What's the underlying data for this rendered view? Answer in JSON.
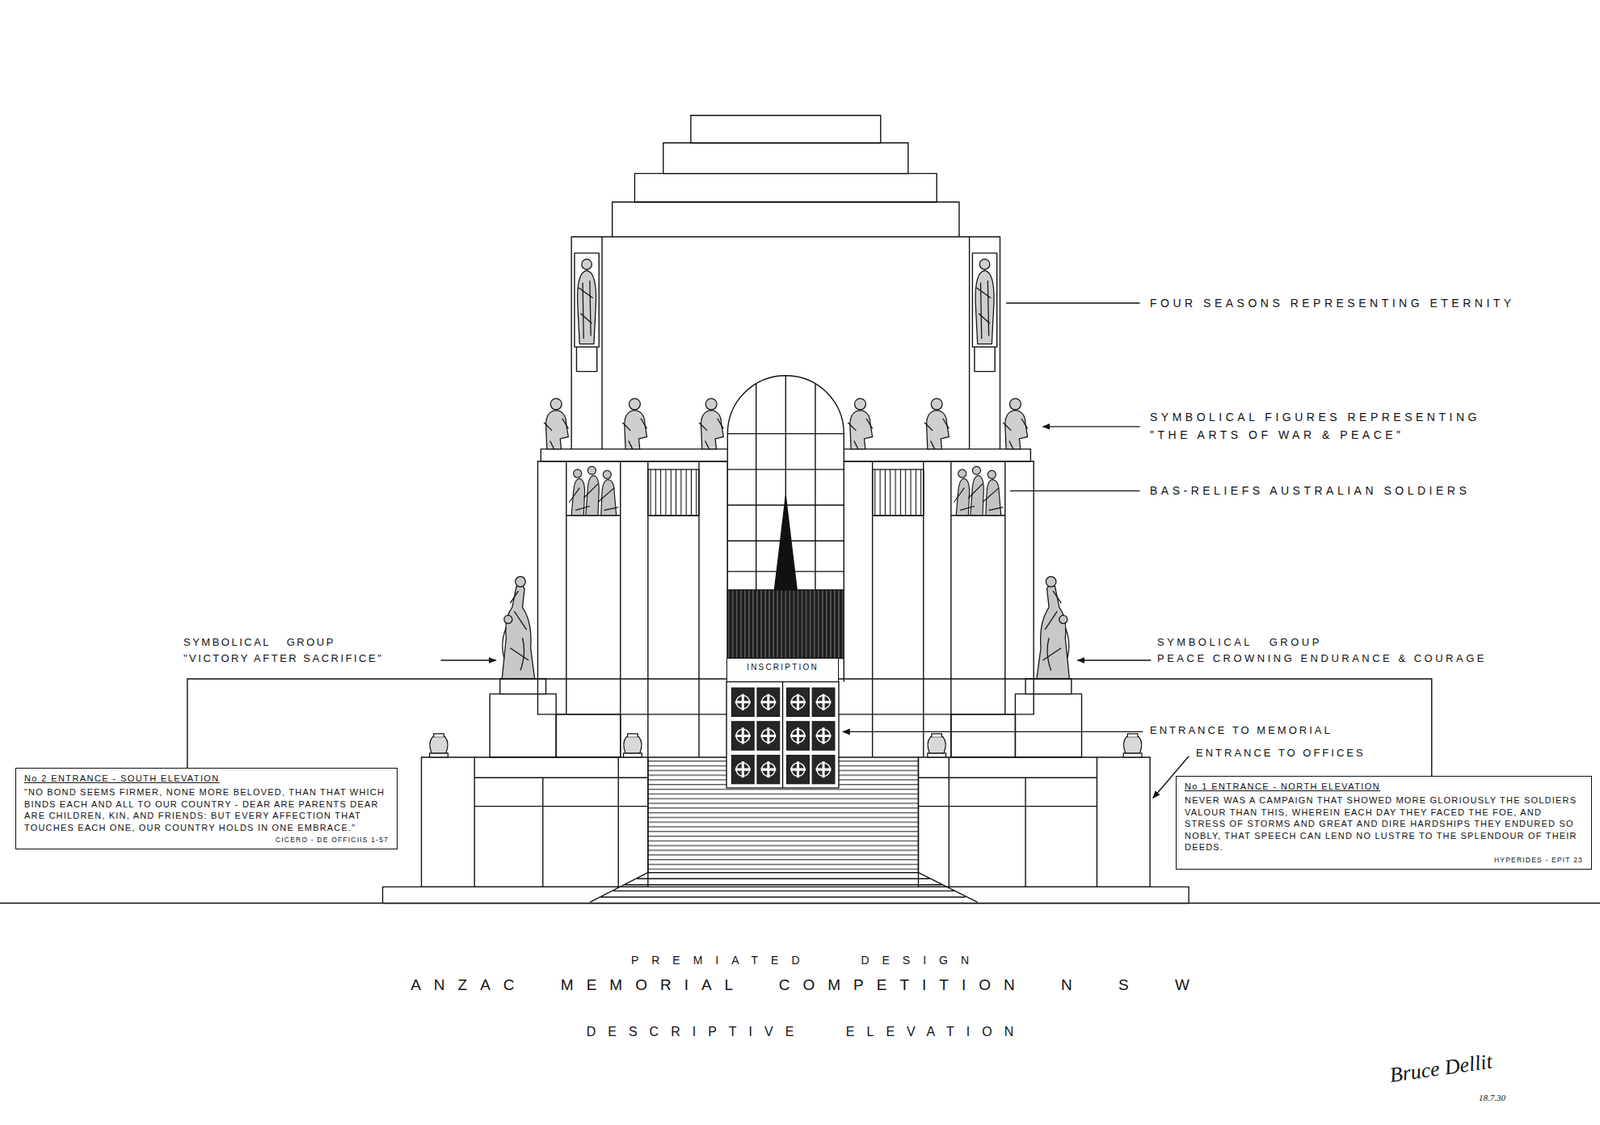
{
  "diagram": {
    "title": "ANZAC MEMORIAL COMPETITION N S W",
    "caption": "DESCRIPTIVE ELEVATION",
    "nodes": [
      {
        "text": [
          "No 2 ENTRANCE - SOUTH ELEVATION",
          "\"NO BOND SEEMS FIRMER, NONE MORE BELOVED, THAN THAT WHICH BINDS EACH AND ALL TO OUR COUNTRY - DEAR ARE PARENTS DEAR ARE CHILDREN, KIN, AND FRIENDS: BUT EVERY AFFECTION THAT TOUCHES EACH ONE, OUR COUNTRY HOLDS IN ONE EMBRACE.\"",
          "CICERO - DE OFFICIIS 1-57"
        ]
      },
      {
        "text": [
          "INSCRIPTION"
        ]
      },
      {
        "text": [
          "No 1 ENTRANCE - NORTH ELEVATION",
          "NEVER WAS A CAMPAIGN THAT SHOWED MORE GLORIOUSLY THE SOLDIERS VALOUR THAN THIS, WHEREIN EACH DAY THEY FACED THE FOE, AND STRESS OF STORMS AND GREAT AND DIRE HARDSHIPS THEY ENDURED SO NOBLY, THAT SPEECH CAN LEND NO LUSTRE TO THE SPLENDOUR OF THEIR DEEDS.",
          "HYPERIDES - EPIT 23"
        ]
      }
    ],
    "edges": [
      {
        "from": 0,
        "to": 1,
        "arrow": "none"
      },
      {
        "from": 2,
        "to": 1,
        "arrow": "none"
      }
    ],
    "labels": [
      "FOUR SEASONS REPRESENTING ETERNITY",
      "SYMBOLICAL FIGURES REPRESENTING",
      "\"THE ARTS OF WAR & PEACE\"",
      "BAS-RELIEFS AUSTRALIAN SOLDIERS",
      "SYMBOLICAL GROUP",
      "\"VICTORY AFTER SACRIFICE\"",
      "SYMBOLICAL GROUP",
      "PEACE CROWNING ENDURANCE & COURAGE",
      "ENTRANCE TO MEMORIAL",
      "ENTRANCE TO OFFICES",
      "PREMIATED DESIGN",
      "Bruce Dellit",
      "18.7.30"
    ]
  }
}
